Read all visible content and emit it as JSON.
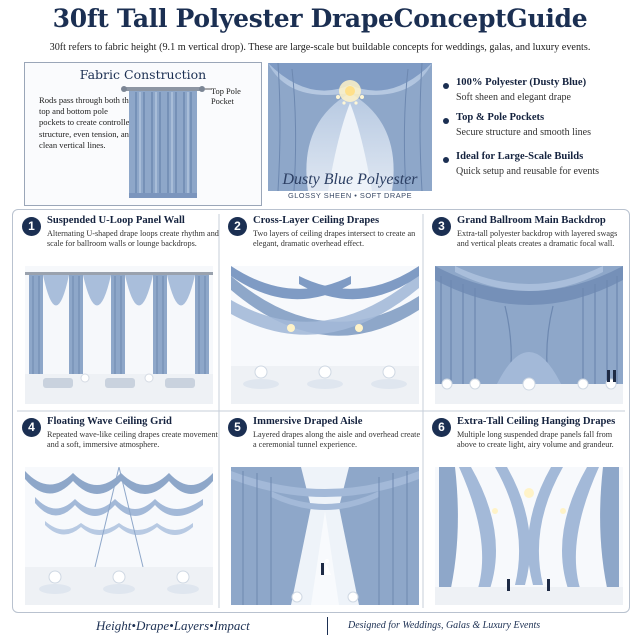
{
  "header": {
    "title": "30ft Tall Polyester DrapeConceptGuide",
    "subtitle": "30ft refers to fabric height (9.1 m vertical drop). These are large-scale but buildable concepts for weddings, galas, and luxury events."
  },
  "fabric_construction": {
    "title": "Fabric Construction",
    "text": "Rods pass through both the top and bottom pole pockets to create controlled structure, even tension, and clean vertical lines.",
    "callout": "Top Pole Pocket"
  },
  "hero": {
    "caption": "Dusty Blue Polyester",
    "sub": "GLOSSY SHEEN  •  SOFT DRAPE"
  },
  "features": [
    {
      "title": "100% Polyester (Dusty Blue)",
      "desc": "Soft sheen and elegant drape"
    },
    {
      "title": "Top & Pole Pockets",
      "desc": "Secure structure and smooth lines"
    },
    {
      "title": "Ideal for Large-Scale Builds",
      "desc": "Quick setup and reusable for events"
    }
  ],
  "panels": [
    {
      "num": "1",
      "title": "Suspended U-Loop Panel Wall",
      "desc": "Alternating U-shaped drape loops create rhythm and scale for ballroom walls or lounge backdrops."
    },
    {
      "num": "2",
      "title": "Cross-Layer Ceiling Drapes",
      "desc": "Two layers of ceiling drapes intersect to create an elegant, dramatic overhead effect."
    },
    {
      "num": "3",
      "title": "Grand Ballroom Main Backdrop",
      "desc": "Extra-tall polyester backdrop with layered swags and vertical pleats creates a dramatic focal wall."
    },
    {
      "num": "4",
      "title": "Floating Wave Ceiling Grid",
      "desc": "Repeated wave-like ceiling drapes create movement and a soft, immersive atmosphere."
    },
    {
      "num": "5",
      "title": "Immersive Draped Aisle",
      "desc": "Layered drapes along the aisle and overhead create a ceremonial tunnel experience."
    },
    {
      "num": "6",
      "title": "Extra-Tall Ceiling Hanging Drapes",
      "desc": "Multiple long suspended drape panels fall from above to create light, airy volume and grandeur."
    }
  ],
  "footer": {
    "words": [
      "Height",
      "Drape",
      "Layers",
      "Impact"
    ],
    "tagline": "Designed for Weddings, Galas & Luxury Events"
  },
  "colors": {
    "navy": "#1b2f52",
    "drape": "#8ea7c9",
    "drape_light": "#b8cae3",
    "drape_dark": "#6d88b0"
  }
}
